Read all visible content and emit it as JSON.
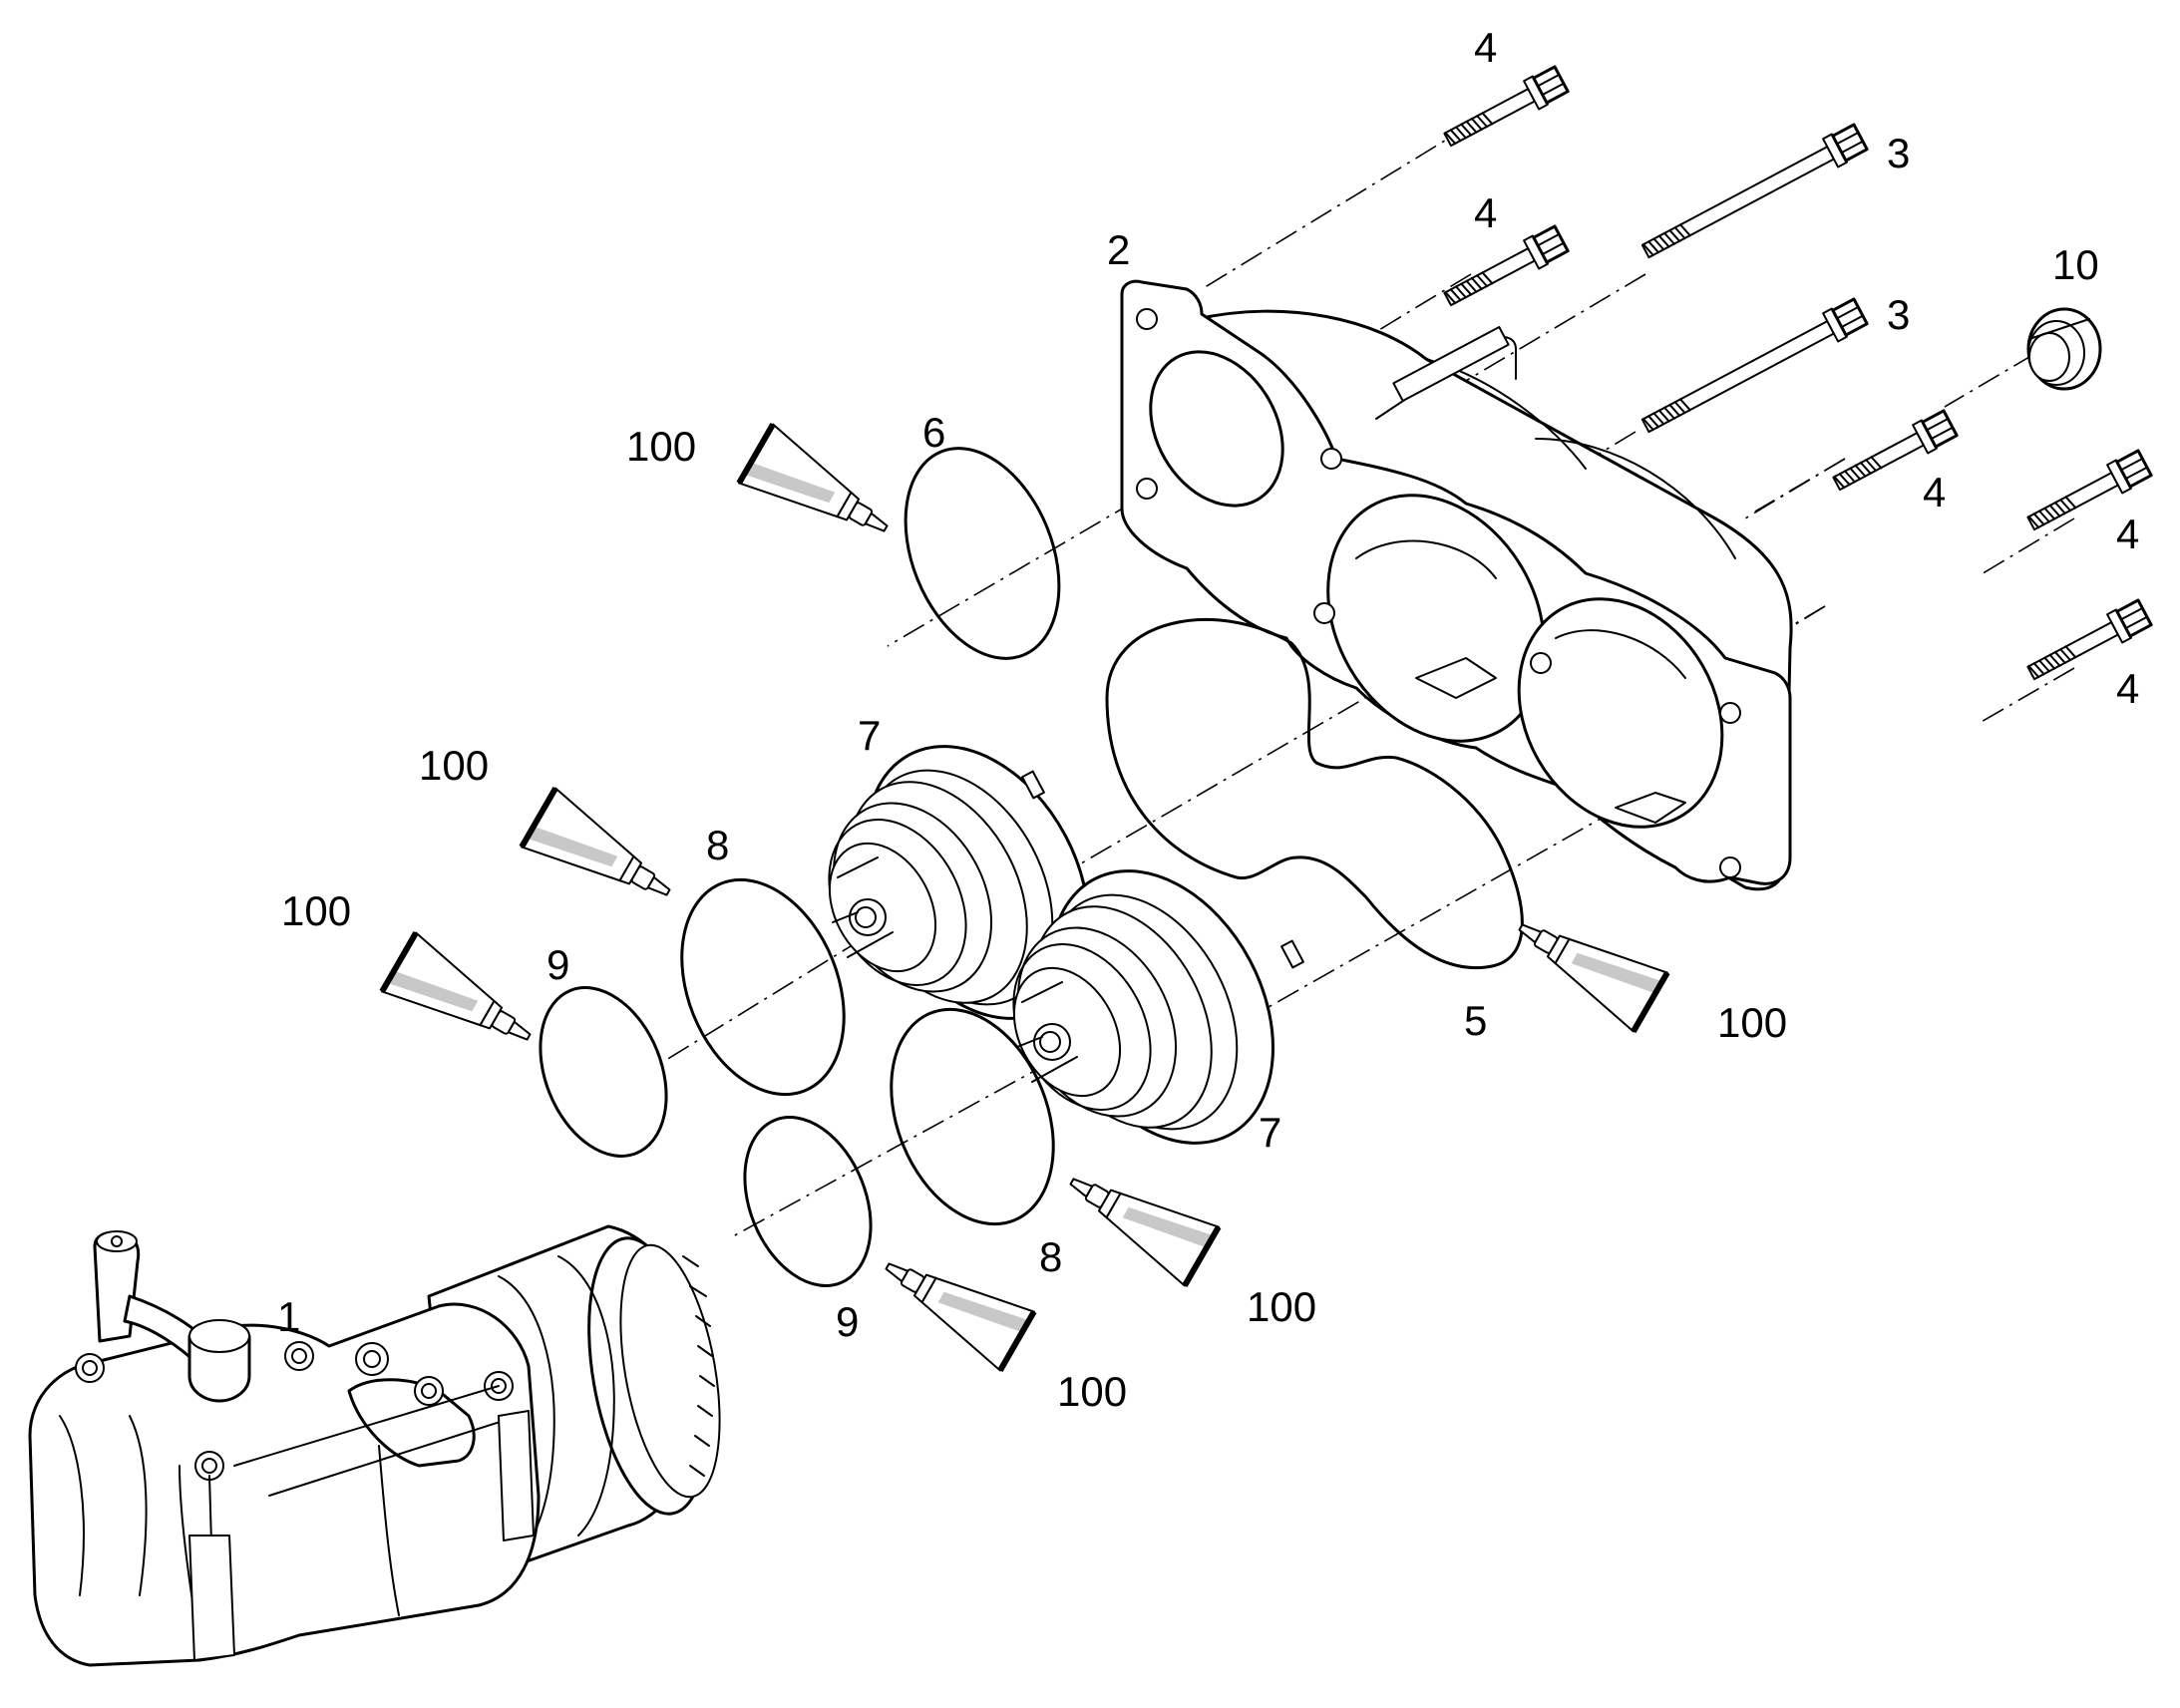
{
  "diagram": {
    "callouts": {
      "c1": "1",
      "c2": "2",
      "c3a": "3",
      "c3b": "3",
      "c4a": "4",
      "c4b": "4",
      "c4c": "4",
      "c4d": "4",
      "c4e": "4",
      "c5": "5",
      "c6": "6",
      "c7a": "7",
      "c7b": "7",
      "c8a": "8",
      "c8b": "8",
      "c9a": "9",
      "c9b": "9",
      "c10": "10",
      "c100a": "100",
      "c100b": "100",
      "c100c": "100",
      "c100d": "100",
      "c100e": "100",
      "c100f": "100"
    },
    "icons": [
      "bolt-icon",
      "sealant-tube-icon",
      "o-ring-icon",
      "plug-icon"
    ]
  }
}
